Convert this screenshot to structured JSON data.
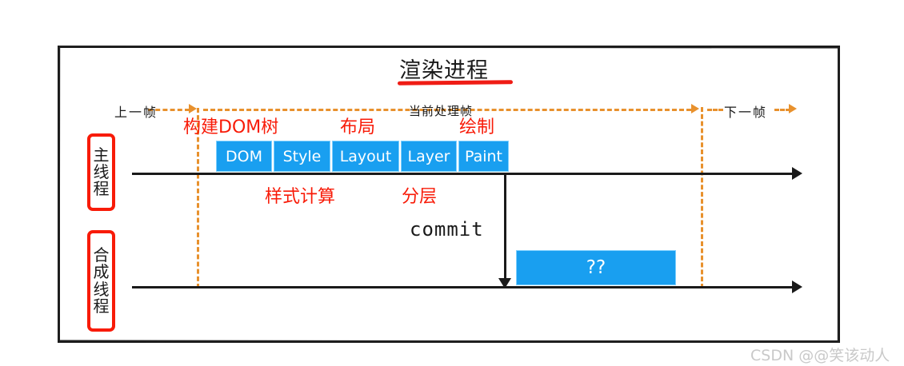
{
  "diagram": {
    "title": "渲染进程",
    "frame_timeline": {
      "previous_frame": "上一帧",
      "current_frame": "当前处理帧",
      "next_frame": "下一帧"
    },
    "threads": {
      "main": {
        "label": "主线程",
        "chars": [
          "主",
          "线",
          "程"
        ]
      },
      "compositor": {
        "label": "合成线程",
        "chars": [
          "合",
          "成",
          "线",
          "程"
        ]
      }
    },
    "pipeline_steps": [
      {
        "label": "DOM",
        "width": 70
      },
      {
        "label": "Style",
        "width": 71
      },
      {
        "label": "Layout",
        "width": 84
      },
      {
        "label": "Layer",
        "width": 70
      },
      {
        "label": "Paint",
        "width": 63
      }
    ],
    "red_annotations": [
      {
        "key": "build_dom_tree",
        "label": "构建DOM树"
      },
      {
        "key": "layout",
        "label": "布局"
      },
      {
        "key": "paint",
        "label": "绘制"
      },
      {
        "key": "style_calc",
        "label": "样式计算"
      },
      {
        "key": "layering",
        "label": "分层"
      }
    ],
    "commit": {
      "label": "commit"
    },
    "compositor_block": {
      "label": "??"
    },
    "watermark": "CSDN @@笑该动人",
    "colors": {
      "blue_box": "#199ff0",
      "blue_box_border": "#7fd0ff",
      "red_annotation": "#f81b08",
      "orange_dash": "#e8912d",
      "black_line": "#1a1a1a",
      "watermark": "#c9c9c9"
    }
  }
}
